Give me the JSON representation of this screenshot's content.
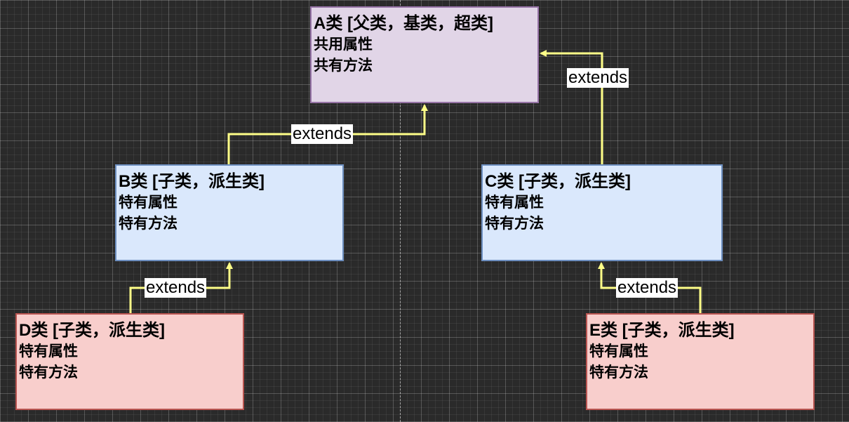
{
  "diagram": {
    "classes": [
      {
        "id": "a",
        "title": "A类 [父类，基类，超类]",
        "lines": [
          "共用属性",
          "共有方法"
        ],
        "fill": "#e1d5e7",
        "stroke": "#9673a6"
      },
      {
        "id": "b",
        "title": "B类 [子类，派生类]",
        "lines": [
          "特有属性",
          "特有方法"
        ],
        "fill": "#dae8fc",
        "stroke": "#6c8ebf"
      },
      {
        "id": "c",
        "title": "C类 [子类，派生类]",
        "lines": [
          "特有属性",
          "特有方法"
        ],
        "fill": "#dae8fc",
        "stroke": "#6c8ebf"
      },
      {
        "id": "d",
        "title": "D类 [子类，派生类]",
        "lines": [
          "特有属性",
          "特有方法"
        ],
        "fill": "#f8cecc",
        "stroke": "#b85450"
      },
      {
        "id": "e",
        "title": "E类 [子类，派生类]",
        "lines": [
          "特有属性",
          "特有方法"
        ],
        "fill": "#f8cecc",
        "stroke": "#b85450"
      }
    ],
    "edges": [
      {
        "from": "b",
        "to": "a",
        "label": "extends"
      },
      {
        "from": "c",
        "to": "a",
        "label": "extends"
      },
      {
        "from": "d",
        "to": "b",
        "label": "extends"
      },
      {
        "from": "e",
        "to": "c",
        "label": "extends"
      }
    ],
    "edge_color": "#ffff88",
    "background": "#2a2a2a"
  }
}
